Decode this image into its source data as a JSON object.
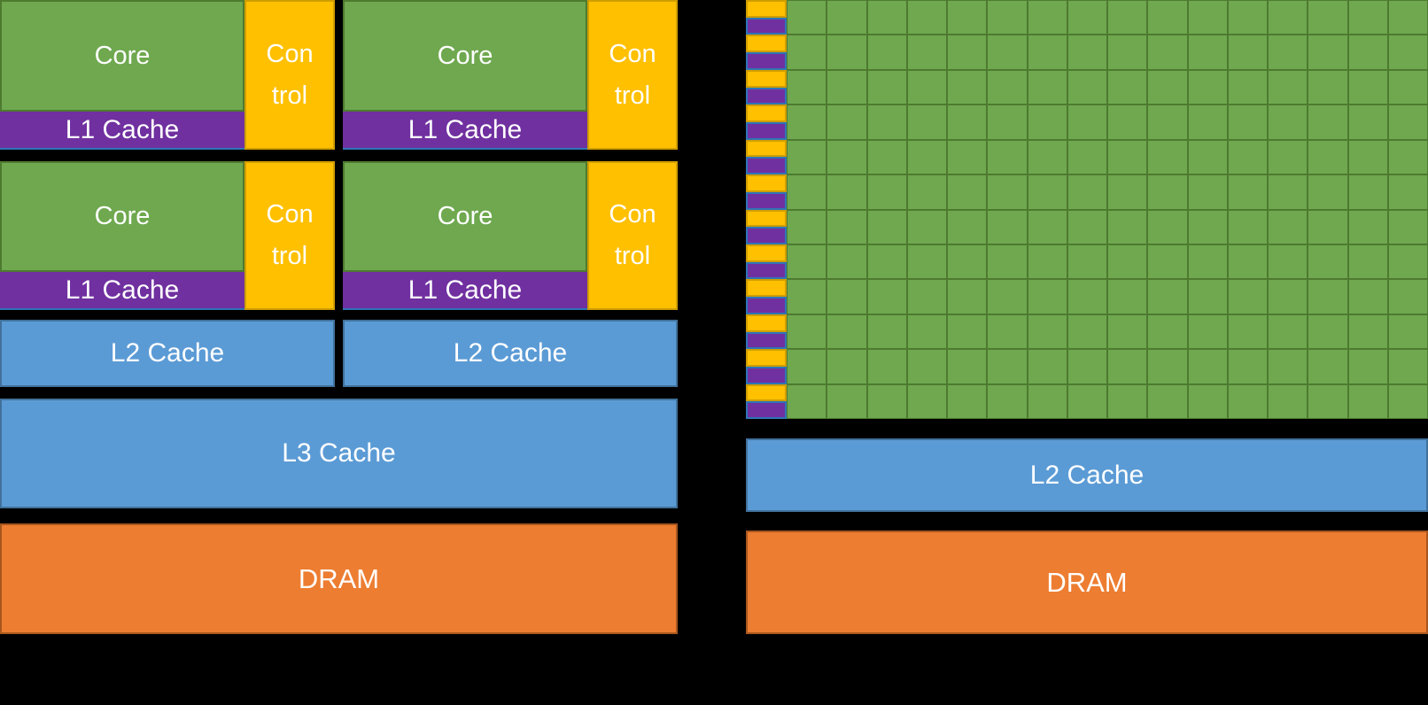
{
  "diagram": {
    "cpu": {
      "blocks": [
        {
          "core_label": "Core",
          "control_line1": "Con",
          "control_line2": "trol",
          "l1_label": "L1 Cache"
        },
        {
          "core_label": "Core",
          "control_line1": "Con",
          "control_line2": "trol",
          "l1_label": "L1 Cache"
        },
        {
          "core_label": "Core",
          "control_line1": "Con",
          "control_line2": "trol",
          "l1_label": "L1 Cache"
        },
        {
          "core_label": "Core",
          "control_line1": "Con",
          "control_line2": "trol",
          "l1_label": "L1 Cache"
        }
      ],
      "l2_labels": [
        "L2 Cache",
        "L2 Cache"
      ],
      "l3_label": "L3 Cache",
      "dram_label": "DRAM"
    },
    "gpu": {
      "grid_rows": 12,
      "grid_cols": 16,
      "l2_label": "L2 Cache",
      "dram_label": "DRAM"
    },
    "colors": {
      "core_green": "#6FA84F",
      "green_border": "#4E7A30",
      "control_gold": "#FFC000",
      "gold_border": "#D09E00",
      "l1_purple": "#7030A0",
      "purple_border": "#2E75B6",
      "cache_blue": "#5B9BD5",
      "blue_border": "#41719C",
      "dram_orange": "#ED7D31",
      "orange_border": "#A8561E",
      "background": "#000000",
      "text": "#FFFFFF"
    }
  }
}
